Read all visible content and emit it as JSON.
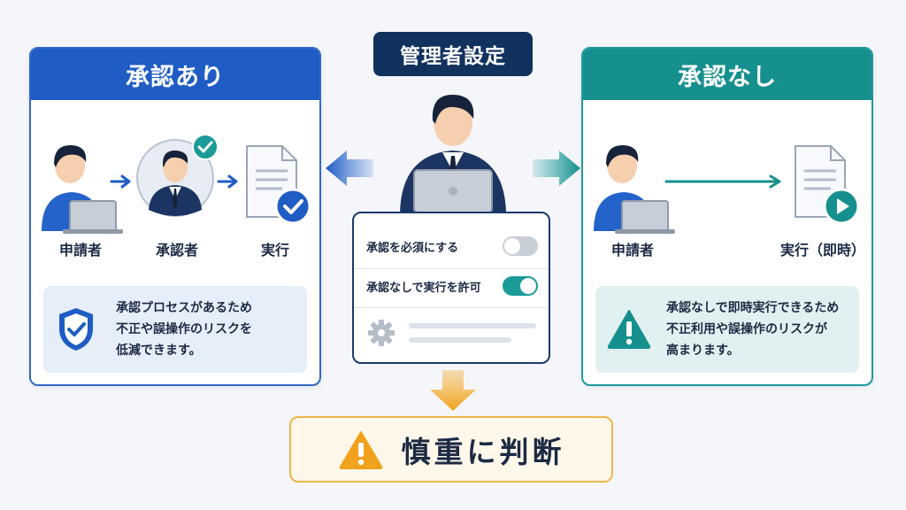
{
  "center": {
    "title": "管理者設定",
    "settings": [
      {
        "label": "承認を必須にする",
        "toggle": "off"
      },
      {
        "label": "承認なしで実行を許可",
        "toggle": "on"
      }
    ],
    "decision": "慎重に判断"
  },
  "left_panel": {
    "title": "承認あり",
    "steps": [
      "申請者",
      "承認者",
      "実行"
    ],
    "note_lines": [
      "承認プロセスがあるため",
      "不正や誤操作のリスクを",
      "低減できます。"
    ]
  },
  "right_panel": {
    "title": "承認なし",
    "steps": [
      "申請者",
      "実行（即時）"
    ],
    "note_lines": [
      "承認なしで即時実行できるため",
      "不正利用や誤操作のリスクが",
      "高まります。"
    ]
  },
  "colors": {
    "approval_blue": "#1f5cc4",
    "no_approval_teal": "#16908f",
    "navy": "#12325e",
    "warning_orange": "#f0a21c"
  }
}
